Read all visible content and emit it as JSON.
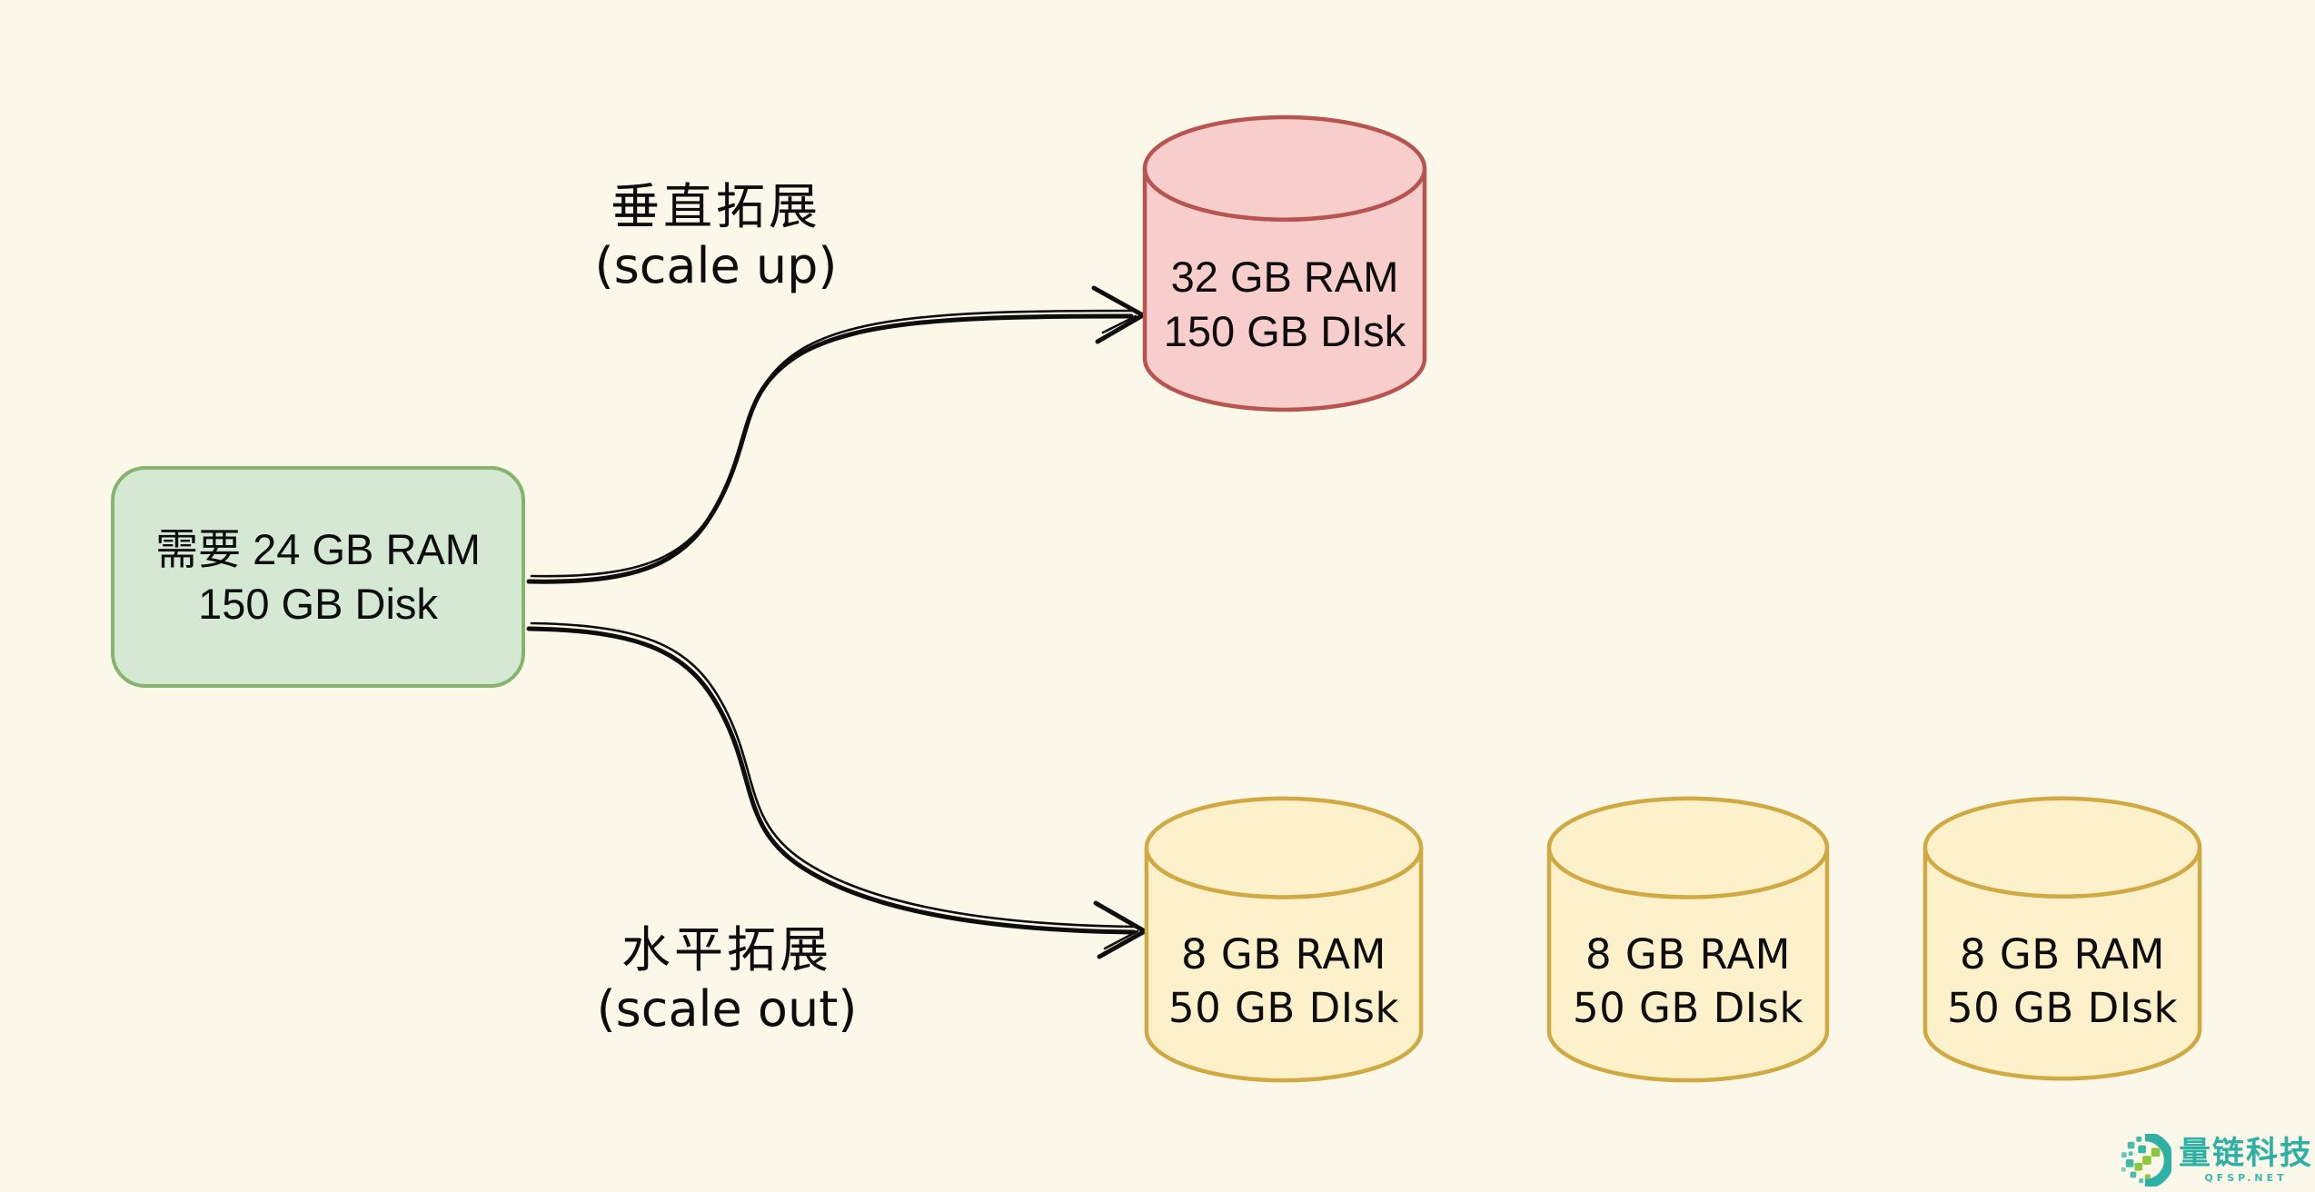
{
  "diagram": {
    "source": {
      "line1": "需要 24 GB RAM",
      "line2": "150 GB Disk"
    },
    "scale_up": {
      "label_cn": "垂直拓展",
      "label_en": "(scale up)",
      "node": {
        "line1": "32 GB RAM",
        "line2": "150 GB DIsk"
      }
    },
    "scale_out": {
      "label_cn": "水平拓展",
      "label_en": "(scale out)",
      "nodes": [
        {
          "line1": "8 GB RAM",
          "line2": "50 GB DIsk"
        },
        {
          "line1": "8 GB RAM",
          "line2": "50 GB DIsk"
        },
        {
          "line1": "8 GB RAM",
          "line2": "50 GB DIsk"
        }
      ]
    },
    "colors": {
      "background": "#FBF8E9",
      "source_fill": "#D5E8D4",
      "source_stroke": "#85B56D",
      "scale_up_fill": "#F8CECC",
      "scale_up_stroke": "#B85450",
      "scale_out_fill": "#FDF1CC",
      "scale_out_stroke": "#D0A942",
      "arrow": "#0d0d0d"
    }
  },
  "watermark": {
    "brand": "量链科技",
    "domain": "QFSP.NET",
    "color": "#2EB1A4",
    "accent": "#8DC63F"
  }
}
